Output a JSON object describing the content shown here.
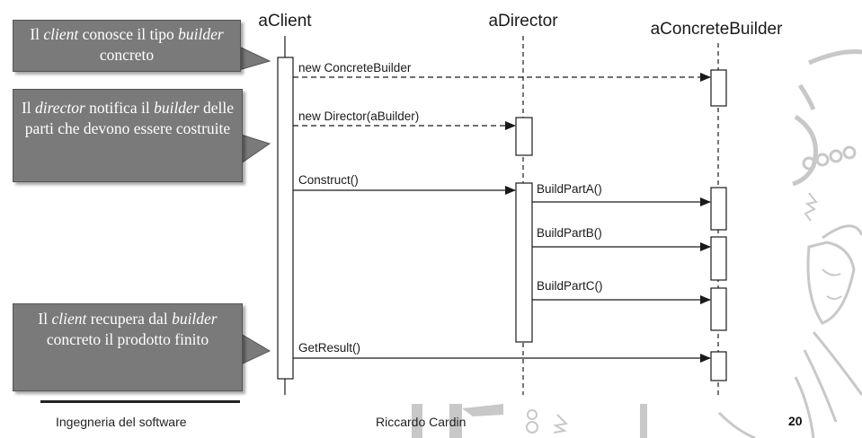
{
  "diagram": {
    "lifelines": [
      {
        "id": "client",
        "label": "aClient"
      },
      {
        "id": "director",
        "label": "aDirector"
      },
      {
        "id": "builder",
        "label": "aConcreteBuilder"
      }
    ],
    "messages": [
      {
        "label": "new ConcreteBuilder",
        "from": "client",
        "to": "builder",
        "style": "dashed"
      },
      {
        "label": "new Director(aBuilder)",
        "from": "client",
        "to": "director",
        "style": "dashed"
      },
      {
        "label": "Construct()",
        "from": "client",
        "to": "director",
        "style": "solid"
      },
      {
        "label": "BuildPartA()",
        "from": "director",
        "to": "builder",
        "style": "solid"
      },
      {
        "label": "BuildPartB()",
        "from": "director",
        "to": "builder",
        "style": "solid"
      },
      {
        "label": "BuildPartC()",
        "from": "director",
        "to": "builder",
        "style": "solid"
      },
      {
        "label": "GetResult()",
        "from": "client",
        "to": "builder",
        "style": "solid"
      }
    ]
  },
  "notes": [
    {
      "pre": "Il ",
      "em1": "client",
      "mid": " conosce il tipo ",
      "em2": "builder",
      "post": " concreto"
    },
    {
      "pre": "Il ",
      "em1": "director",
      "mid": " notifica il ",
      "em2": "builder",
      "post": " delle parti che devono essere costruite"
    },
    {
      "pre": "Il ",
      "em1": "client",
      "mid": " recupera dal ",
      "em2": "builder",
      "post": " concreto il prodotto finito"
    }
  ],
  "footer": {
    "course": "Ingegneria del software",
    "author": "Riccardo Cardin",
    "page": "20"
  },
  "colors": {
    "note_bg": "#7a7a7a",
    "line": "#1a1a1a",
    "watermark": "#c8c8c8"
  }
}
